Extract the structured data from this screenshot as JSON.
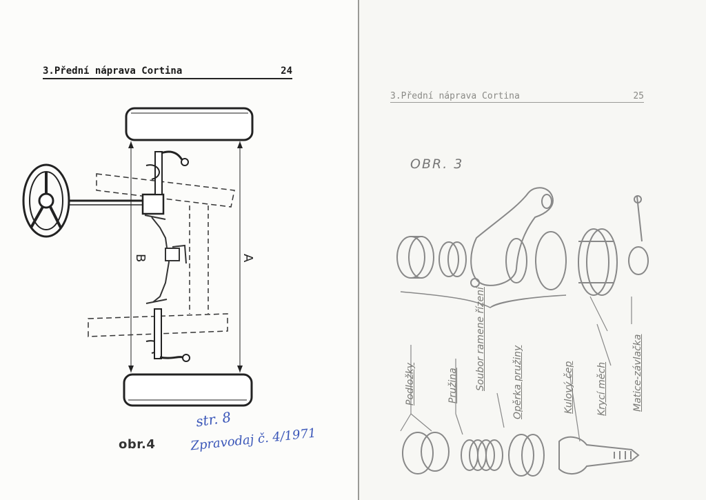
{
  "left_page": {
    "header_title": "3.Přední náprava Cortina",
    "page_number": "24",
    "dim_label_a": "A",
    "dim_label_b": "B",
    "figure_caption": "obr.4",
    "handwritten_line1": "str. 8",
    "handwritten_line2": "Zpravodaj č. 4/1971"
  },
  "right_page": {
    "header_title": "3.Přední náprava Cortina",
    "page_number": "25",
    "figure_label": "OBR. 3",
    "part_labels": [
      "Podložky",
      "Pružina",
      "Soubor ramene řízení",
      "Opěrka pružiny",
      "Kulový čep",
      "Krycí měch",
      "Matice-závlačka"
    ]
  }
}
